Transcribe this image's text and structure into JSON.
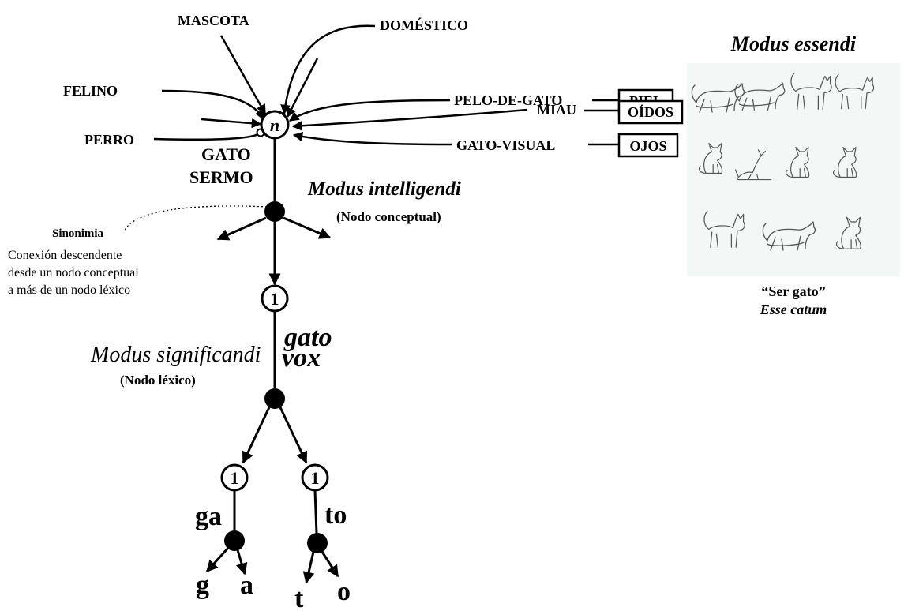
{
  "inputs": {
    "mascota": "MASCOTA",
    "domestico": "DOMÉSTICO",
    "felino": "FELINO",
    "perro": "PERRO",
    "pelo_de_gato": "PELO-DE-GATO",
    "miau": "MIAU",
    "gato_visual": "GATO-VISUAL"
  },
  "senses": {
    "piel": "PIEL",
    "oidos": "OÍDOS",
    "ojos": "OJOS"
  },
  "top_node": {
    "symbol": "n",
    "label_line1": "GATO",
    "label_line2": "SERMO"
  },
  "intelligendi": {
    "title": "Modus intelligendi",
    "subtitle": "(Nodo conceptual)"
  },
  "sinonimia": {
    "title": "Sinonimia",
    "desc_line1": "Conexión descendente",
    "desc_line2": "desde un nodo conceptual",
    "desc_line3": "a más de un nodo léxico"
  },
  "lexical_node": {
    "count": "1",
    "word": "gato",
    "vox": "vox"
  },
  "significandi": {
    "title": "Modus significandi",
    "subtitle": "(Nodo léxico)"
  },
  "syllables": {
    "left_count": "1",
    "left": "ga",
    "right_count": "1",
    "right": "to"
  },
  "letters": {
    "g": "g",
    "a": "a",
    "t": "t",
    "o": "o"
  },
  "essendi": {
    "title": "Modus essendi",
    "caption_line1": "“Ser gato”",
    "caption_line2": "Esse catum"
  },
  "icons": {
    "cat_count": 11
  }
}
